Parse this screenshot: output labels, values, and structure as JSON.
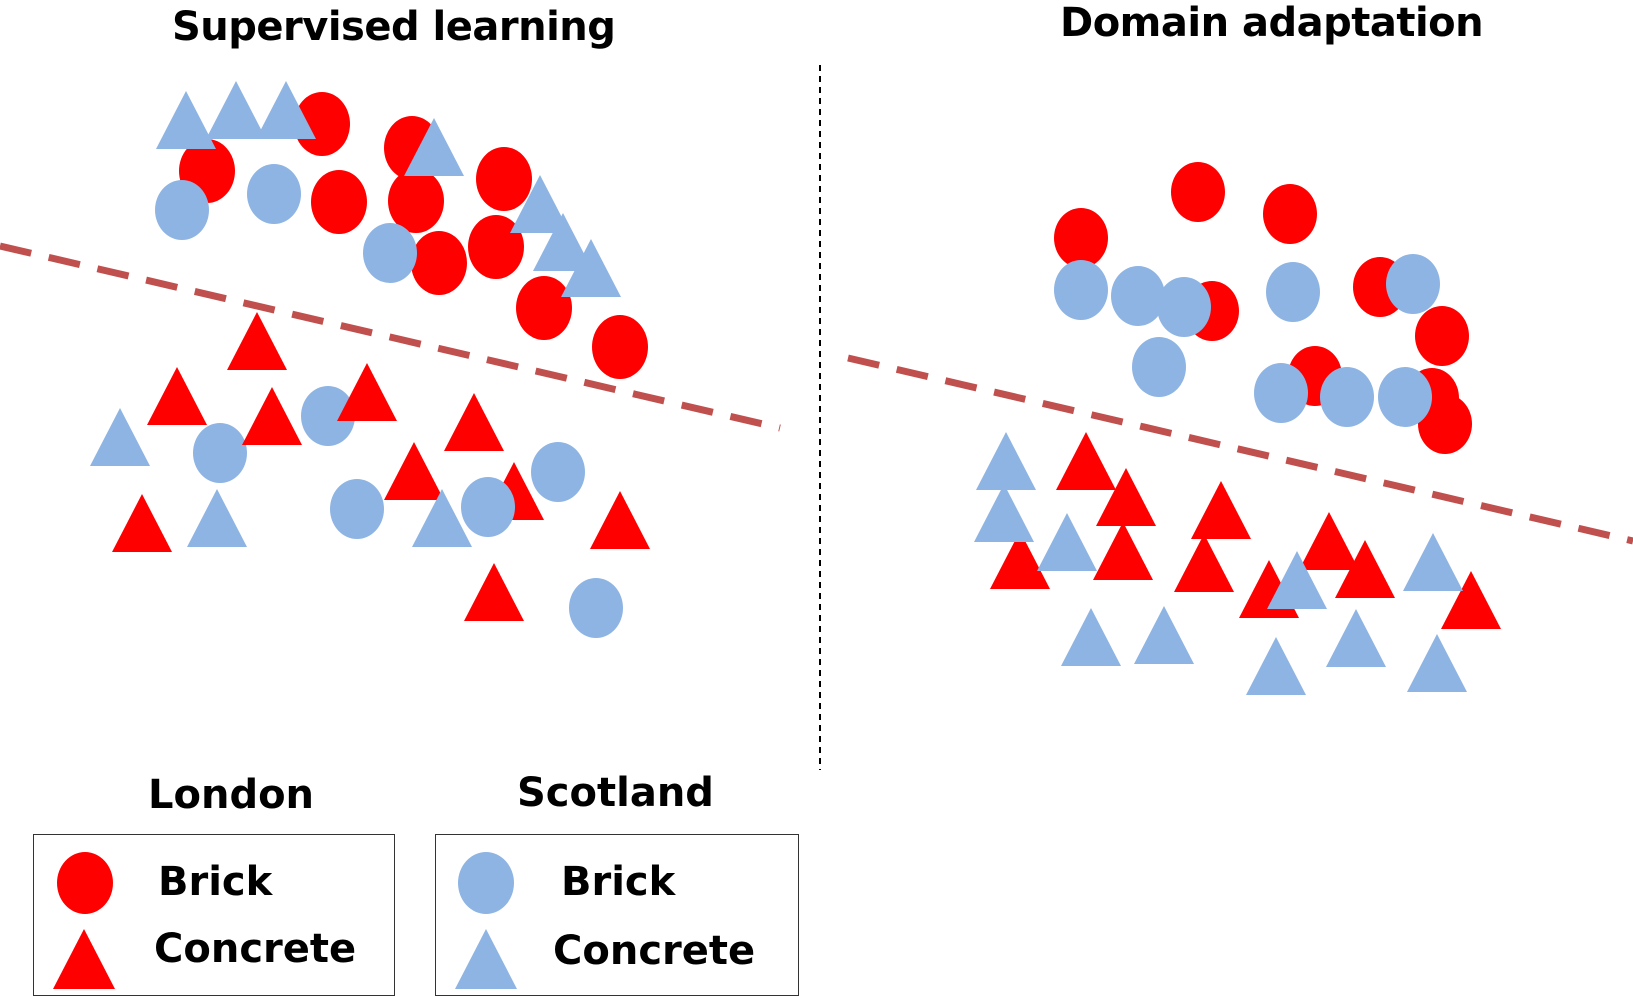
{
  "titles": {
    "left": "Supervised learning",
    "right": "Domain adaptation"
  },
  "colors": {
    "london": "#ff0000",
    "scotland": "#8eb4e3",
    "boundary": "#c0504d",
    "divider": "#000000"
  },
  "legend": {
    "london": {
      "heading": "London",
      "items": [
        {
          "shape": "circle",
          "label": "Brick"
        },
        {
          "shape": "triangle",
          "label": "Concrete"
        }
      ]
    },
    "scotland": {
      "heading": "Scotland",
      "items": [
        {
          "shape": "circle",
          "label": "Brick"
        },
        {
          "shape": "triangle",
          "label": "Concrete"
        }
      ]
    }
  }
}
